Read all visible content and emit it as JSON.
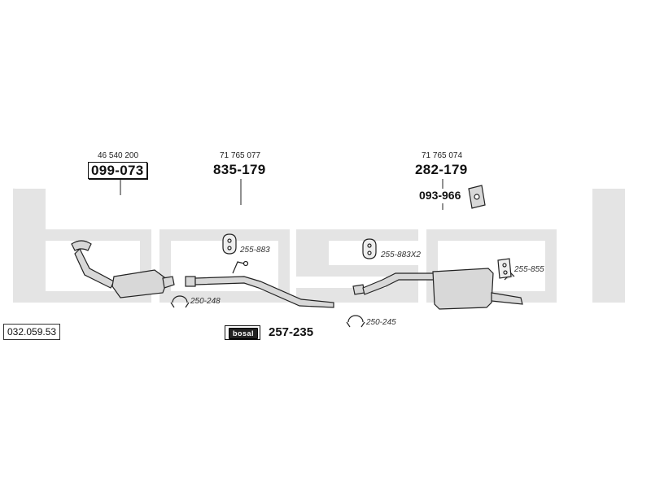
{
  "diagram": {
    "reference_number": "032.059.53",
    "watermark_text": "bosal",
    "parts": [
      {
        "oem": "46 540 200",
        "part_number": "099-073",
        "boxed": true
      },
      {
        "oem": "71 765 077",
        "part_number": "835-179",
        "boxed": false
      },
      {
        "oem": "71 765 074",
        "part_number": "282-179",
        "boxed": false
      }
    ],
    "mounting_part_number": "093-966",
    "fitting_kit": {
      "brand_tag": "bosal",
      "part_number": "257-235"
    },
    "accessories": [
      "255-883",
      "250-248",
      "255-883X2",
      "250-245",
      "255-855"
    ],
    "colors": {
      "watermark": "#e4e4e4",
      "line": "#222222",
      "part_fill": "#d8d8d8"
    }
  }
}
